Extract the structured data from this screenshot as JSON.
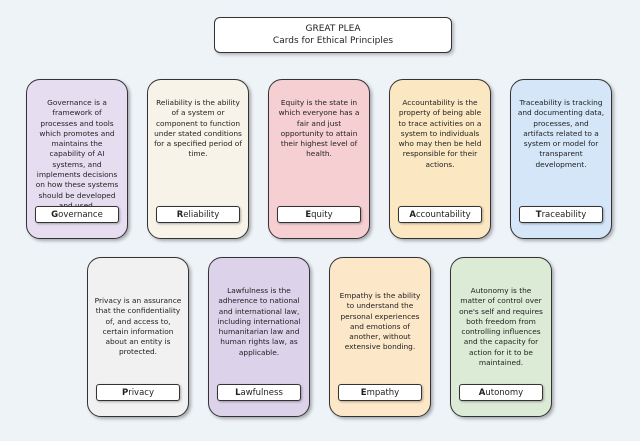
{
  "header": {
    "title": "GREAT PLEA",
    "subtitle": "Cards for Ethical Principles"
  },
  "cards": [
    {
      "label_first": "G",
      "label_rest": "overnance",
      "text": "Governance is a framework of processes and tools which promotes and maintains the capability of AI systems, and implements decisions on how these systems should be developed and used.",
      "color": "#e6def0"
    },
    {
      "label_first": "R",
      "label_rest": "eliability",
      "text": "Reliability is the ability of a system or component to function under stated conditions for a specified period of time.",
      "color": "#f7f3e8"
    },
    {
      "label_first": "E",
      "label_rest": "quity",
      "text": "Equity is the state in which everyone has a fair and just opportunity to attain their highest level of health.",
      "color": "#f6cfd3"
    },
    {
      "label_first": "A",
      "label_rest": "ccountability",
      "text": "Accountability is the property of being able to trace activities on a system to individuals who may then be held responsible for their actions.",
      "color": "#fce7c3"
    },
    {
      "label_first": "T",
      "label_rest": "raceability",
      "text": "Traceability is tracking and documenting data, processes, and artifacts related to a system or model for transparent development.",
      "color": "#d4e6f8"
    },
    {
      "label_first": "P",
      "label_rest": "rivacy",
      "text": "Privacy is an assurance that the confidentiality of, and access to, certain information about an entity is protected.",
      "color": "#f1f1f1"
    },
    {
      "label_first": "L",
      "label_rest": "awfulness",
      "text": "Lawfulness is the adherence to national and international law, including international humanitarian law and human rights law, as applicable.",
      "color": "#dcd2ea"
    },
    {
      "label_first": "E",
      "label_rest": "mpathy",
      "text": "Empathy is the ability to understand the personal experiences and emotions of another, without extensive bonding.",
      "color": "#fce8c8"
    },
    {
      "label_first": "A",
      "label_rest": "utonomy",
      "text": "Autonomy is the matter of control over one's self and requires both freedom from controlling influences and the capacity for action for it to be maintained.",
      "color": "#dcebd6"
    }
  ]
}
